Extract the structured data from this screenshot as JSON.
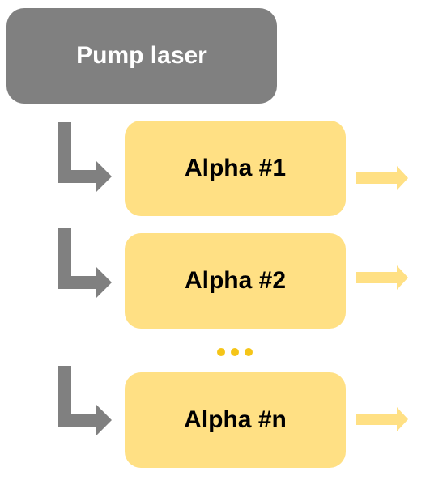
{
  "diagram": {
    "source": {
      "label": "Pump laser"
    },
    "outputs": [
      {
        "label": "Alpha #1"
      },
      {
        "label": "Alpha #2"
      },
      {
        "label": "Alpha #n"
      }
    ],
    "ellipsis_between_outputs": true
  },
  "colors": {
    "source_fill": "#808080",
    "source_text": "#ffffff",
    "output_fill": "#ffe084",
    "output_text": "#000000",
    "connector_arrow": "#808080",
    "output_arrow": "#ffe084",
    "ellipsis": "#f5c518"
  }
}
